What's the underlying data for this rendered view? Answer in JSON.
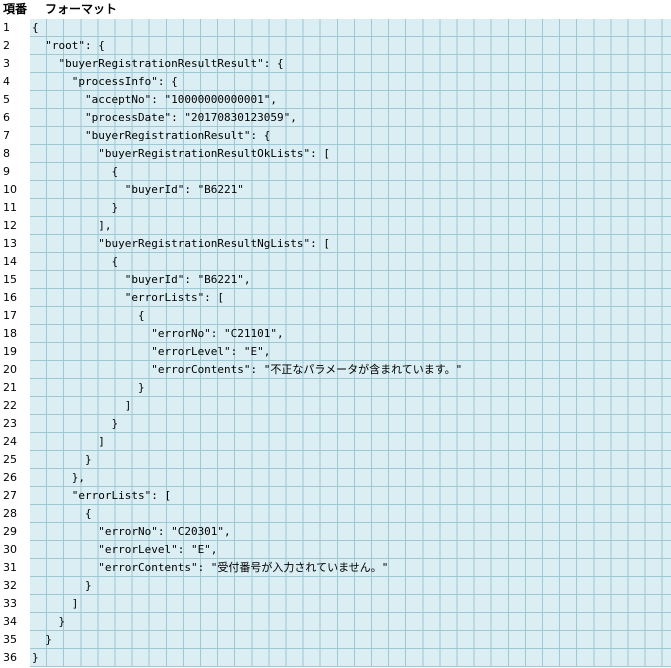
{
  "header": {
    "col_no": "項番",
    "col_format": "フォーマット"
  },
  "colors": {
    "cell_fill": "#daeef3",
    "grid": "#9fc7d4",
    "header_fill": "#ffffff"
  },
  "rows": [
    {
      "no": "1",
      "text": "{"
    },
    {
      "no": "2",
      "text": "  \"root\": {"
    },
    {
      "no": "3",
      "text": "    \"buyerRegistrationResultResult\": {"
    },
    {
      "no": "4",
      "text": "      \"processInfo\": {"
    },
    {
      "no": "5",
      "text": "        \"acceptNo\": \"10000000000001\","
    },
    {
      "no": "6",
      "text": "        \"processDate\": \"20170830123059\","
    },
    {
      "no": "7",
      "text": "        \"buyerRegistrationResult\": {"
    },
    {
      "no": "8",
      "text": "          \"buyerRegistrationResultOkLists\": ["
    },
    {
      "no": "9",
      "text": "            {"
    },
    {
      "no": "10",
      "text": "              \"buyerId\": \"B6221\""
    },
    {
      "no": "11",
      "text": "            }"
    },
    {
      "no": "12",
      "text": "          ],"
    },
    {
      "no": "13",
      "text": "          \"buyerRegistrationResultNgLists\": ["
    },
    {
      "no": "14",
      "text": "            {"
    },
    {
      "no": "15",
      "text": "              \"buyerId\": \"B6221\","
    },
    {
      "no": "16",
      "text": "              \"errorLists\": ["
    },
    {
      "no": "17",
      "text": "                {"
    },
    {
      "no": "18",
      "text": "                  \"errorNo\": \"C21101\","
    },
    {
      "no": "19",
      "text": "                  \"errorLevel\": \"E\","
    },
    {
      "no": "20",
      "text": "                  \"errorContents\": \"不正なパラメータが含まれています。\""
    },
    {
      "no": "21",
      "text": "                }"
    },
    {
      "no": "22",
      "text": "              ]"
    },
    {
      "no": "23",
      "text": "            }"
    },
    {
      "no": "24",
      "text": "          ]"
    },
    {
      "no": "25",
      "text": "        }"
    },
    {
      "no": "26",
      "text": "      },"
    },
    {
      "no": "27",
      "text": "      \"errorLists\": ["
    },
    {
      "no": "28",
      "text": "        {"
    },
    {
      "no": "29",
      "text": "          \"errorNo\": \"C20301\","
    },
    {
      "no": "30",
      "text": "          \"errorLevel\": \"E\","
    },
    {
      "no": "31",
      "text": "          \"errorContents\": \"受付番号が入力されていません。\""
    },
    {
      "no": "32",
      "text": "        }"
    },
    {
      "no": "33",
      "text": "      ]"
    },
    {
      "no": "34",
      "text": "    }"
    },
    {
      "no": "35",
      "text": "  }"
    },
    {
      "no": "36",
      "text": "}"
    }
  ]
}
